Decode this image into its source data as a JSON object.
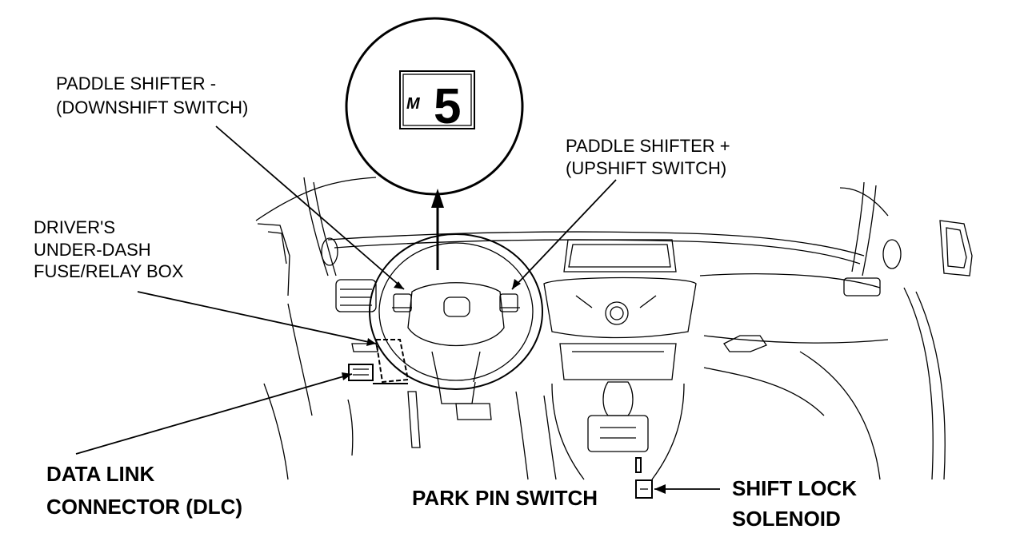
{
  "labels": {
    "paddle_minus": [
      "PADDLE SHIFTER  -",
      "(DOWNSHIFT SWITCH)"
    ],
    "paddle_plus": [
      "PADDLE SHIFTER  +",
      "(UPSHIFT SWITCH)"
    ],
    "fuse_box": [
      "DRIVER'S",
      "UNDER-DASH",
      "FUSE/RELAY BOX"
    ],
    "dlc": [
      "DATA LINK",
      "CONNECTOR (DLC)"
    ],
    "park_pin": "PARK PIN SWITCH",
    "shift_lock": [
      "SHIFT LOCK",
      "SOLENOID"
    ]
  },
  "gauge_display": {
    "mode": "M",
    "gear": "5"
  }
}
